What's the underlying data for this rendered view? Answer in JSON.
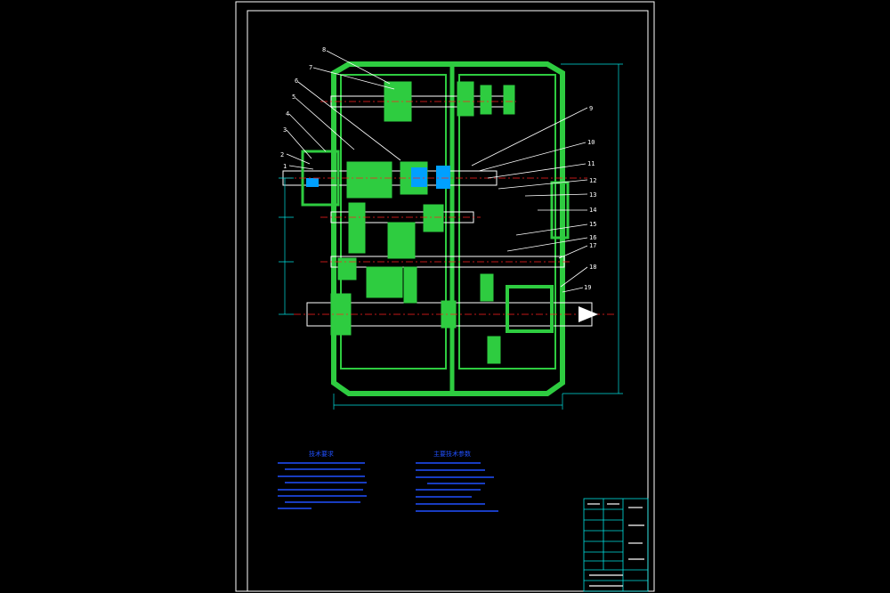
{
  "drawing": {
    "part_numbers": [
      "1",
      "2",
      "3",
      "4",
      "5",
      "6",
      "7",
      "8",
      "9",
      "10",
      "11",
      "12",
      "13",
      "14",
      "15",
      "16",
      "17",
      "18",
      "19"
    ],
    "colors": {
      "background": "#000000",
      "frame": "#ffffff",
      "housing": "#2ecc40",
      "parts": "#2ecc40",
      "section": "#00a0ff",
      "centerline": "#ff2020",
      "leaders": "#ffffff",
      "dimensions": "#00e0e0",
      "notes_text": "#2050ff",
      "title_block": "#00e0e0"
    }
  },
  "notes": {
    "heading_left": "技术要求",
    "heading_right": "主要技术参数"
  }
}
